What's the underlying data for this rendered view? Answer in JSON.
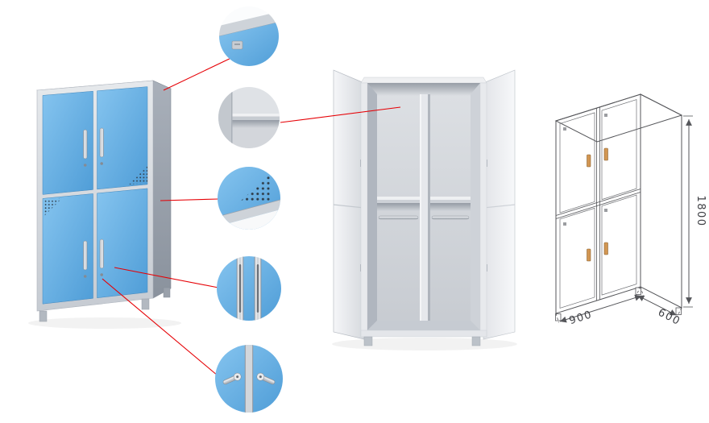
{
  "figure": {
    "type": "product-detail-infographic",
    "subject": "four-door-steel-locker-cabinet",
    "views": [
      "closed-cabinet-render",
      "detail-callouts",
      "open-cabinet-render",
      "dimension-sketch"
    ]
  },
  "colors": {
    "door_blue": "#58a9e2",
    "door_blue_light": "#85c4ef",
    "frame_gray": "#d5d9df",
    "side_gray": "#99a1ab",
    "callout_red": "#e60005",
    "open_cabinet_gray": "#e9ebee",
    "sketch_line": "#55565a",
    "handle_orange": "#d29652",
    "dimension_text": "#3f4045"
  },
  "callouts": [
    {
      "icon": "top-corner-detail-icon"
    },
    {
      "icon": "interior-shelf-detail-icon"
    },
    {
      "icon": "vent-holes-detail-icon"
    },
    {
      "icon": "door-edge-strips-detail-icon"
    },
    {
      "icon": "handles-lock-detail-icon"
    }
  ],
  "sketch_dimensions": {
    "height": "1800",
    "width": "900",
    "depth": "600"
  }
}
